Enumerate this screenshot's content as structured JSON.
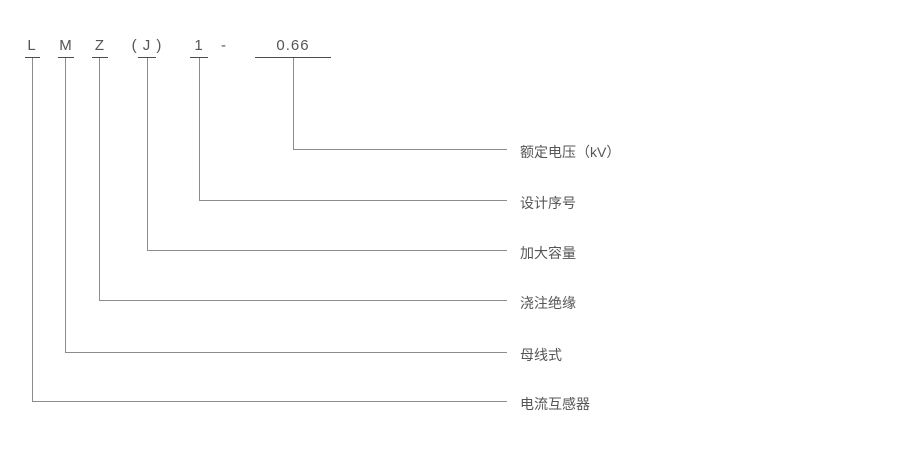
{
  "diagram": {
    "model_code": {
      "parts": [
        {
          "text": "L"
        },
        {
          "text": "M"
        },
        {
          "text": "Z"
        },
        {
          "text": "( J )"
        },
        {
          "text": "1"
        },
        {
          "text": "-"
        },
        {
          "text": "0.66"
        }
      ]
    },
    "callouts": [
      {
        "code": "0.66",
        "label": "额定电压（kV）"
      },
      {
        "code": "1",
        "label": "设计序号"
      },
      {
        "code": "( J )",
        "label": "加大容量"
      },
      {
        "code": "Z",
        "label": "浇注绝缘"
      },
      {
        "code": "M",
        "label": "母线式"
      },
      {
        "code": "L",
        "label": "电流互感器"
      }
    ],
    "colors": {
      "text": "#555555",
      "underline": "#4d4d4d",
      "line": "#8c8c8c",
      "background": "#ffffff"
    }
  }
}
